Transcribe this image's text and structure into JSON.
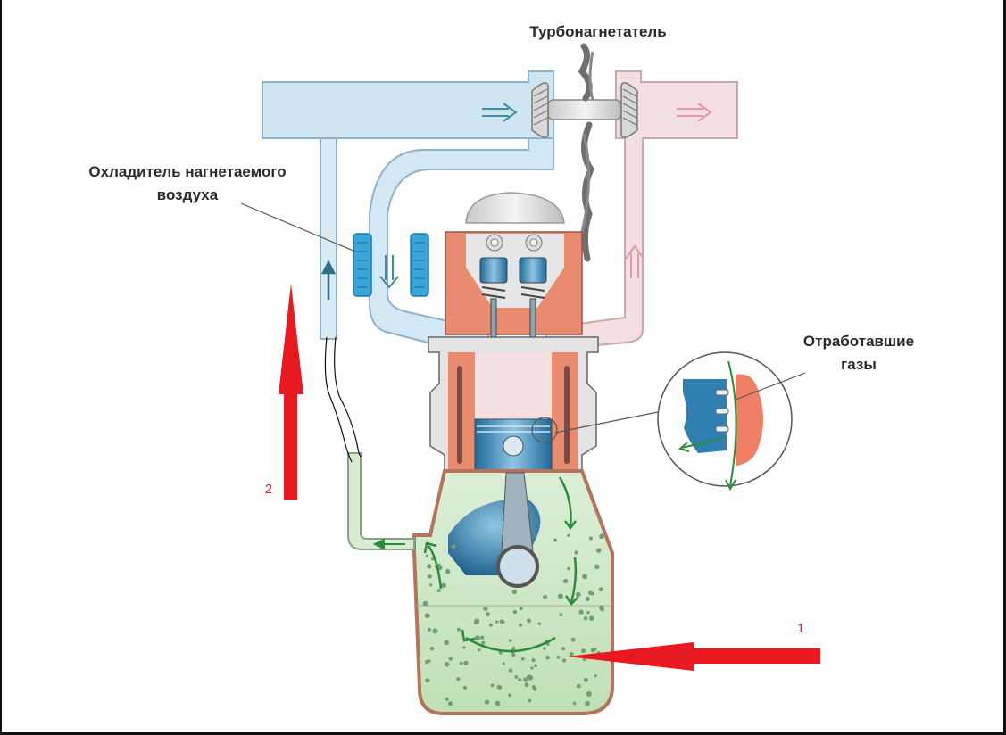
{
  "labels": {
    "turbocharger": "Турбонагнетатель",
    "intercooler_line1": "Охладитель нагнетаемого",
    "intercooler_line2": "воздуха",
    "exhaust_line1": "Отработавшие",
    "exhaust_line2": "газы"
  },
  "annotations": [
    {
      "number": "1",
      "description": "red arrow pointing left into crankcase oil area"
    },
    {
      "number": "2",
      "description": "red arrow pointing up beside breather pipe"
    }
  ],
  "colors": {
    "intake_air": "#cfe6f2",
    "intake_stroke": "#8fb3c6",
    "exhaust_gas": "#f3dfe1",
    "exhaust_stroke": "#c9a9ad",
    "engine_block": "#e98b6f",
    "crankcase_oil": "#cfe8c8",
    "flow_arrows": "#2e8b3e",
    "annotation_red": "#e8191f",
    "cooler_blue": "#3aa5d9",
    "piston_blue": "#2f7fb0"
  }
}
